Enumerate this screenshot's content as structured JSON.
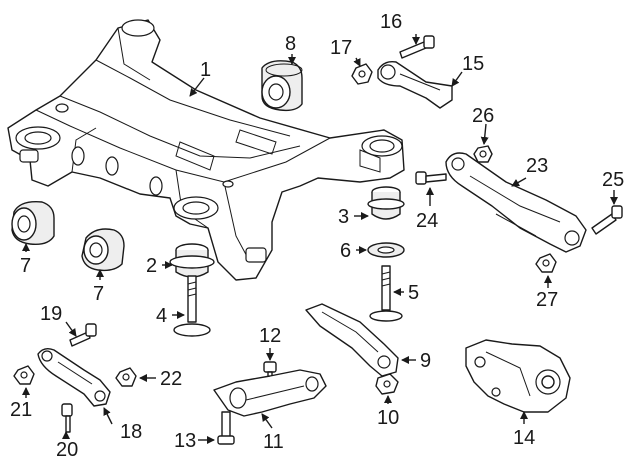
{
  "callouts": {
    "c1": "1",
    "c2": "2",
    "c3": "3",
    "c4": "4",
    "c5": "5",
    "c6": "6",
    "c7a": "7",
    "c7b": "7",
    "c8": "8",
    "c9": "9",
    "c10": "10",
    "c11": "11",
    "c12": "12",
    "c13": "13",
    "c14": "14",
    "c15": "15",
    "c16": "16",
    "c17": "17",
    "c18": "18",
    "c19": "19",
    "c20": "20",
    "c21": "21",
    "c22": "22",
    "c23": "23",
    "c24": "24",
    "c25": "25",
    "c26": "26",
    "c27": "27"
  }
}
